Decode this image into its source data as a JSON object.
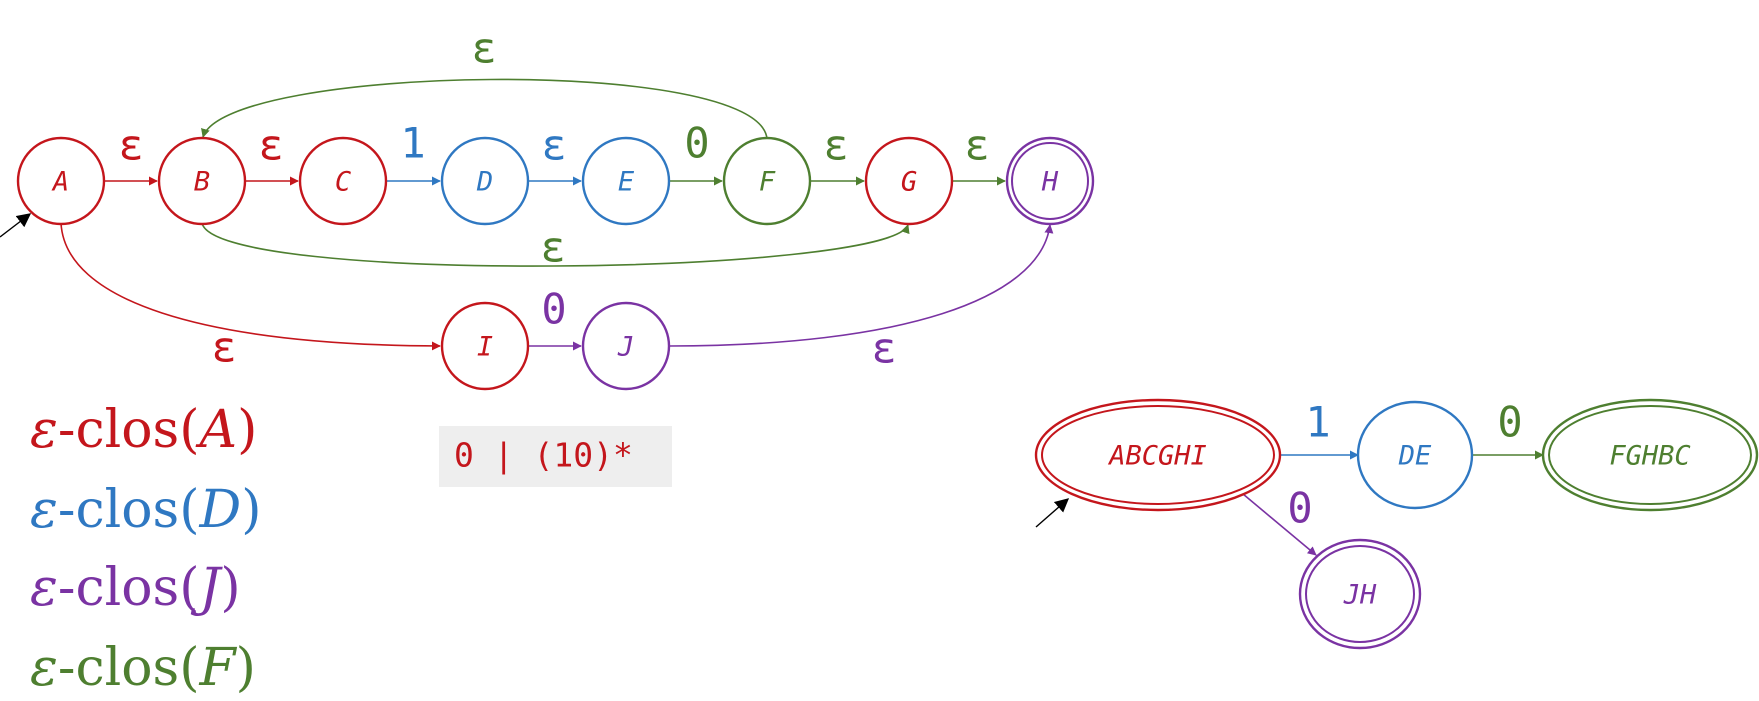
{
  "colors": {
    "red": "#c4161c",
    "green": "#4e7f30",
    "blue": "#2f78c2",
    "purple": "#7a33a3",
    "black": "#000000",
    "code_bg": "#eeeeee"
  },
  "nfa": {
    "states": [
      {
        "id": "A",
        "label": "A",
        "color": "red"
      },
      {
        "id": "B",
        "label": "B",
        "color": "red"
      },
      {
        "id": "C",
        "label": "C",
        "color": "red"
      },
      {
        "id": "D",
        "label": "D",
        "color": "blue"
      },
      {
        "id": "E",
        "label": "E",
        "color": "blue"
      },
      {
        "id": "F",
        "label": "F",
        "color": "green"
      },
      {
        "id": "G",
        "label": "G",
        "color": "red"
      },
      {
        "id": "H",
        "label": "H",
        "color": "purple",
        "accepting": true
      },
      {
        "id": "I",
        "label": "I",
        "color": "red"
      },
      {
        "id": "J",
        "label": "J",
        "color": "purple"
      }
    ],
    "start": "A",
    "transitions": [
      {
        "from": "A",
        "to": "B",
        "symbol": "ε",
        "color": "red"
      },
      {
        "from": "B",
        "to": "C",
        "symbol": "ε",
        "color": "red"
      },
      {
        "from": "C",
        "to": "D",
        "symbol": "1",
        "color": "blue"
      },
      {
        "from": "D",
        "to": "E",
        "symbol": "ε",
        "color": "blue"
      },
      {
        "from": "E",
        "to": "F",
        "symbol": "0",
        "color": "green"
      },
      {
        "from": "F",
        "to": "G",
        "symbol": "ε",
        "color": "green"
      },
      {
        "from": "G",
        "to": "H",
        "symbol": "ε",
        "color": "green"
      },
      {
        "from": "F",
        "to": "B",
        "symbol": "ε",
        "color": "green"
      },
      {
        "from": "B",
        "to": "G",
        "symbol": "ε",
        "color": "green"
      },
      {
        "from": "A",
        "to": "I",
        "symbol": "ε",
        "color": "red"
      },
      {
        "from": "I",
        "to": "J",
        "symbol": "0",
        "color": "purple"
      },
      {
        "from": "J",
        "to": "H",
        "symbol": "ε",
        "color": "purple"
      }
    ]
  },
  "closures": [
    {
      "prefix": "ε",
      "func": "-clos(",
      "arg": "A",
      "suffix": ")",
      "color": "red"
    },
    {
      "prefix": "ε",
      "func": "-clos(",
      "arg": "D",
      "suffix": ")",
      "color": "blue"
    },
    {
      "prefix": "ε",
      "func": "-clos(",
      "arg": "J",
      "suffix": ")",
      "color": "purple"
    },
    {
      "prefix": "ε",
      "func": "-clos(",
      "arg": "F",
      "suffix": ")",
      "color": "green"
    }
  ],
  "regex": "0 | (10)*",
  "dfa": {
    "states": [
      {
        "id": "ABCGHI",
        "label": "ABCGHI",
        "color": "red",
        "accepting": true
      },
      {
        "id": "DE",
        "label": "DE",
        "color": "blue",
        "accepting": false
      },
      {
        "id": "FGHBC",
        "label": "FGHBC",
        "color": "green",
        "accepting": true
      },
      {
        "id": "JH",
        "label": "JH",
        "color": "purple",
        "accepting": true
      }
    ],
    "start": "ABCGHI",
    "transitions": [
      {
        "from": "ABCGHI",
        "to": "DE",
        "symbol": "1",
        "color": "blue"
      },
      {
        "from": "DE",
        "to": "FGHBC",
        "symbol": "0",
        "color": "green"
      },
      {
        "from": "ABCGHI",
        "to": "JH",
        "symbol": "0",
        "color": "purple"
      }
    ]
  }
}
